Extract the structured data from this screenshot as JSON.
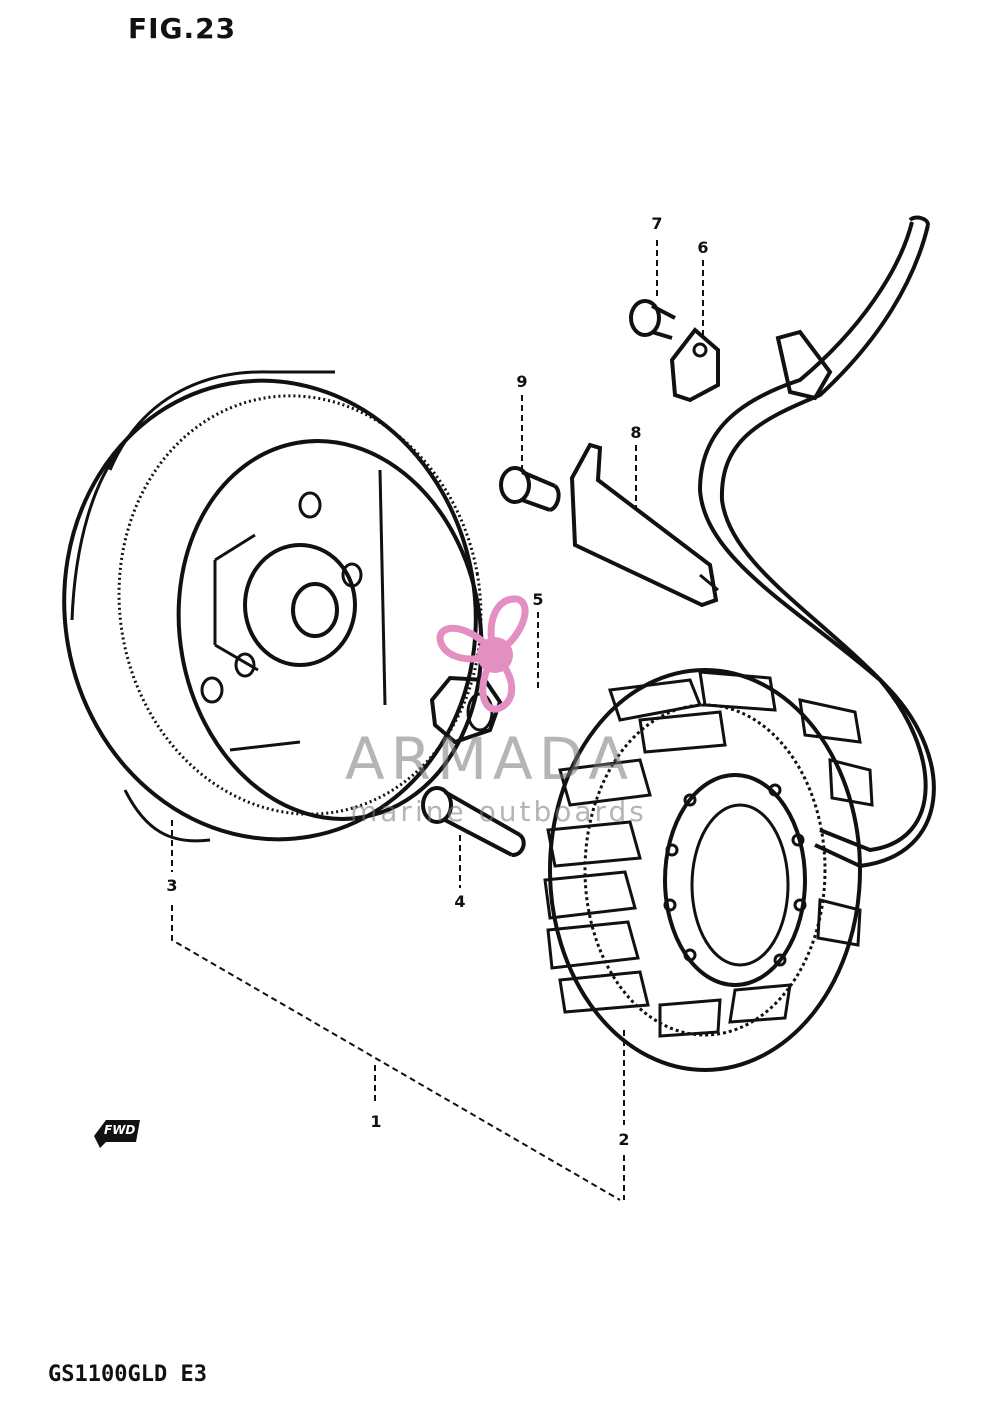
{
  "figure": {
    "title": "FIG.23",
    "model_code": "GS1100GLD E3"
  },
  "callouts": [
    {
      "id": "1",
      "label": "1"
    },
    {
      "id": "2",
      "label": "2"
    },
    {
      "id": "3",
      "label": "3"
    },
    {
      "id": "4",
      "label": "4"
    },
    {
      "id": "5",
      "label": "5"
    },
    {
      "id": "6",
      "label": "6"
    },
    {
      "id": "7",
      "label": "7"
    },
    {
      "id": "8",
      "label": "8"
    },
    {
      "id": "9",
      "label": "9"
    }
  ],
  "direction_marker": {
    "label": "FWD",
    "icon": "forward-arrow-icon"
  },
  "watermark": {
    "brand": "ARMADA",
    "tagline": "marine outboards",
    "logo_icon": "propeller-logo-icon",
    "color": "#e38fc2"
  },
  "colors": {
    "line": "#111111",
    "paper": "#ffffff"
  }
}
